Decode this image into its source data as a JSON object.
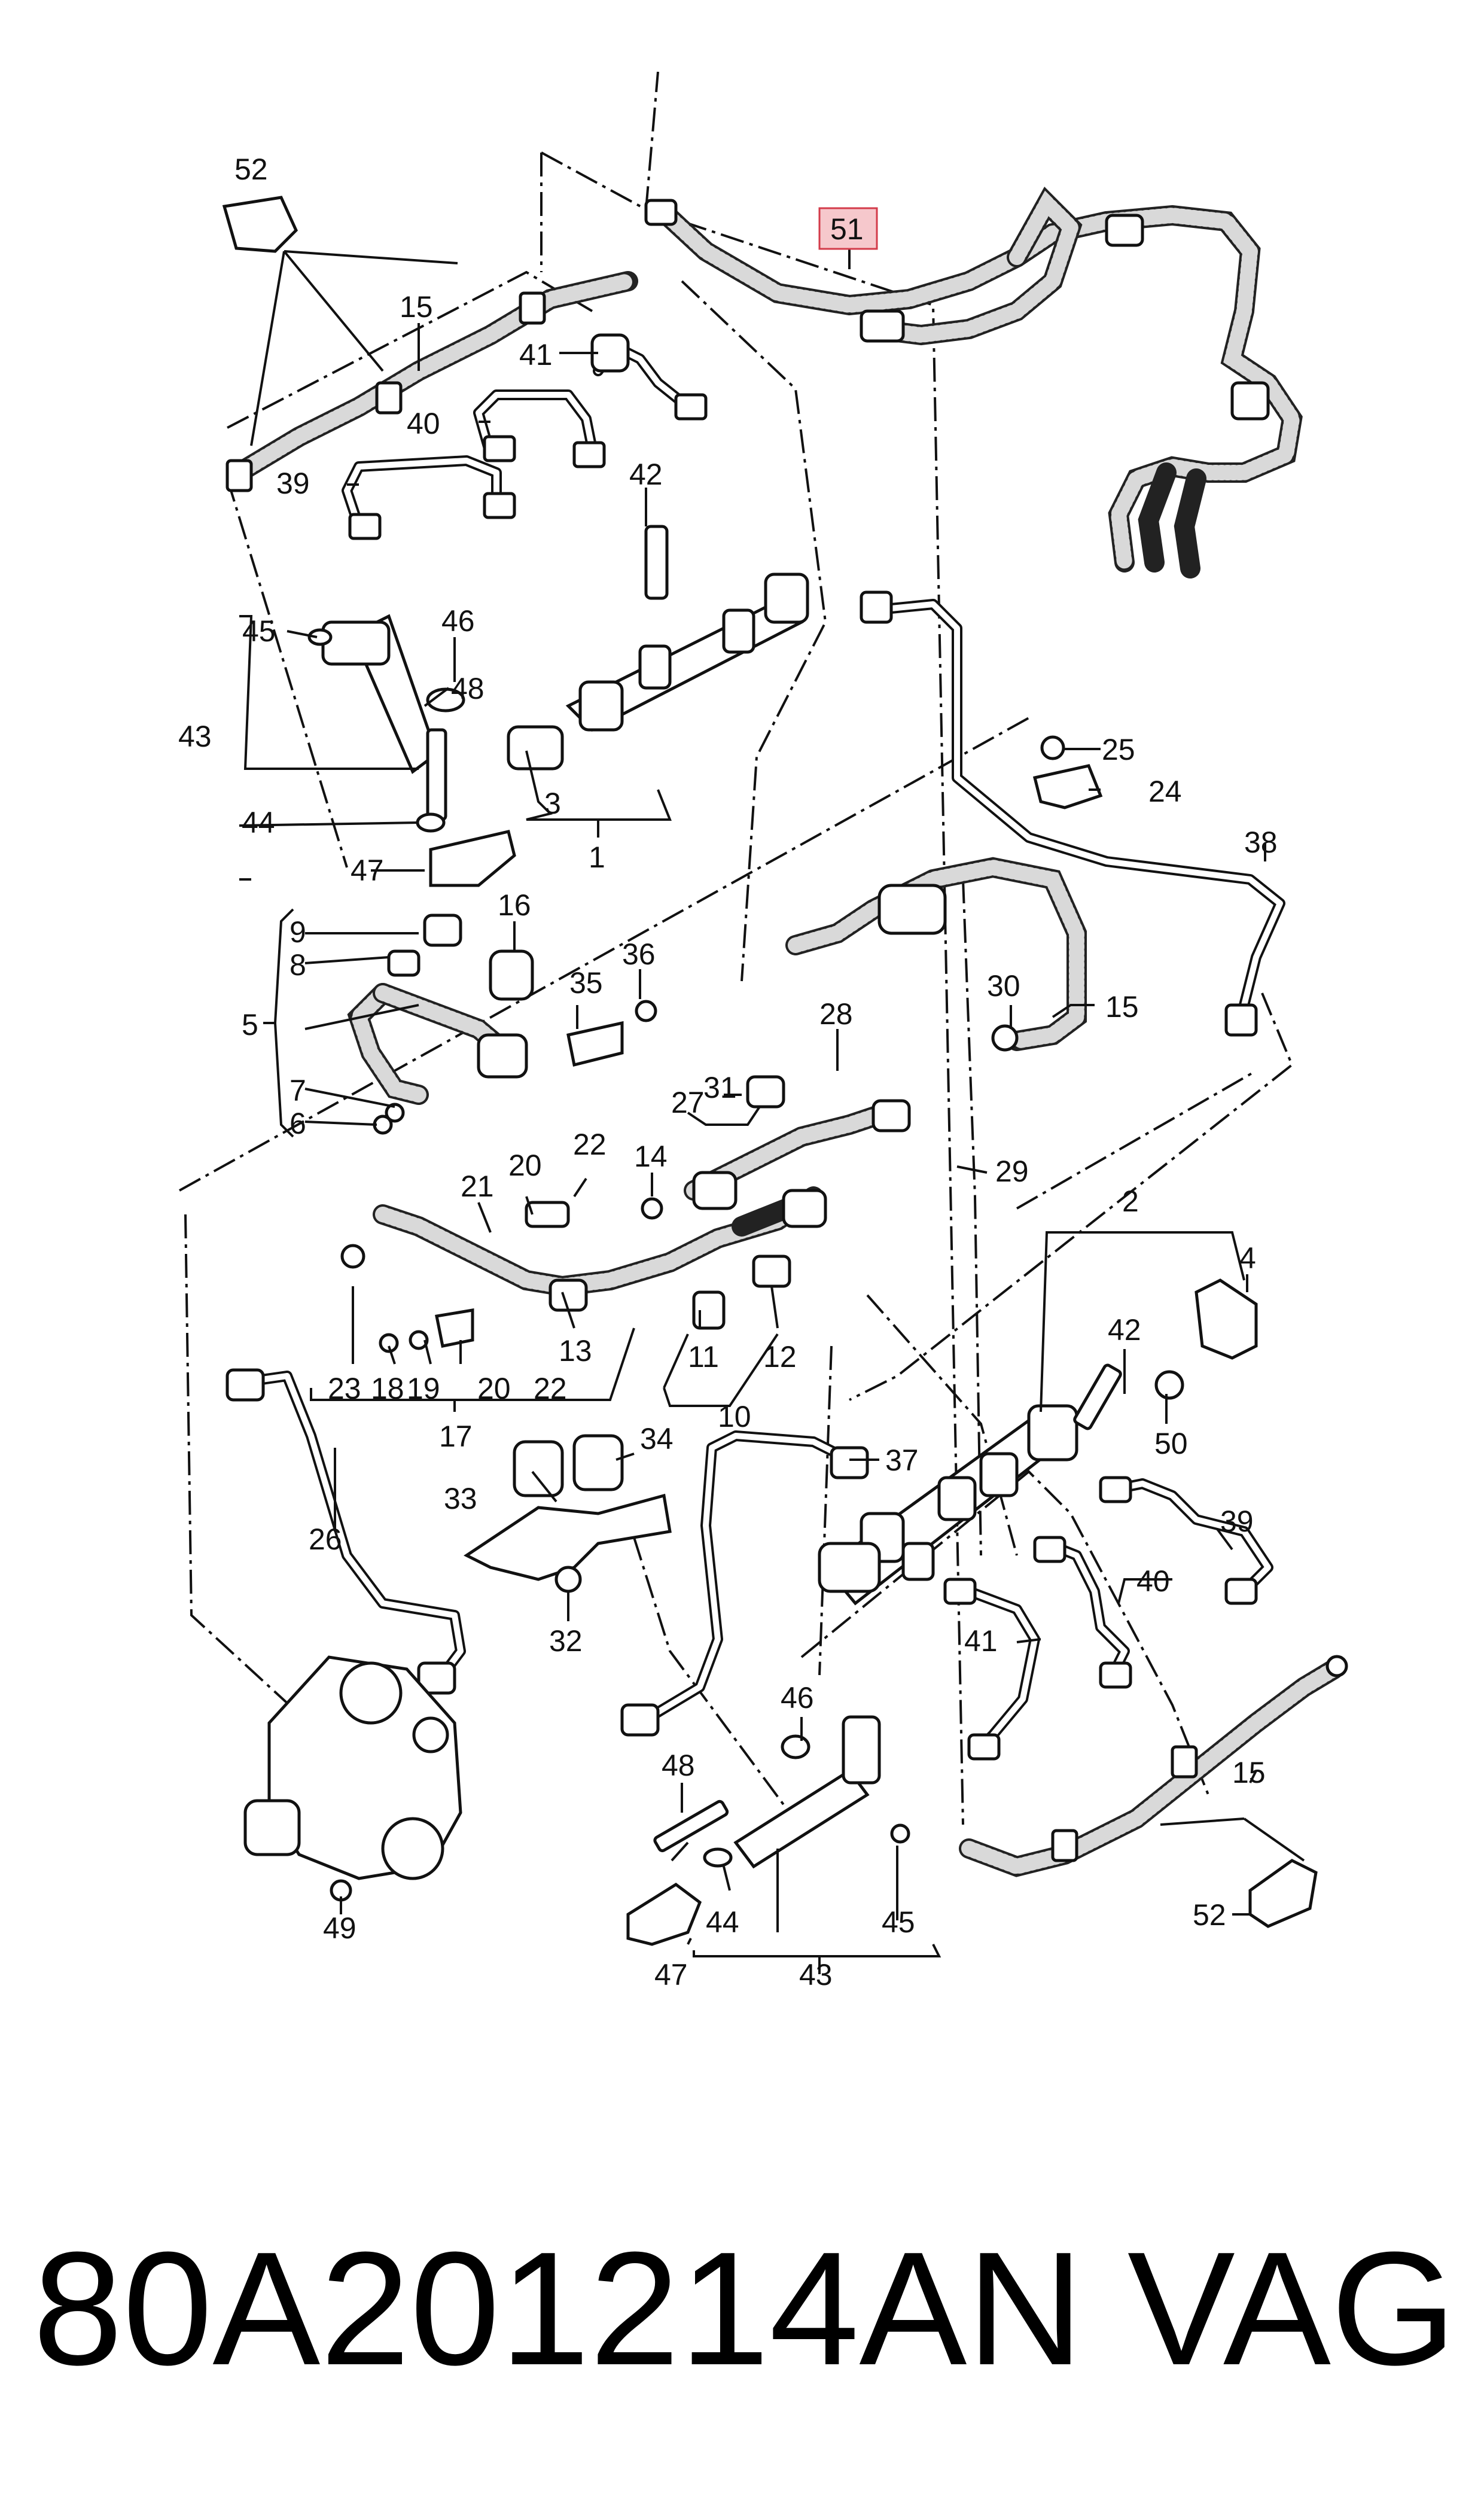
{
  "diagram": {
    "callouts": [
      "1",
      "2",
      "3",
      "4",
      "5",
      "6",
      "7",
      "8",
      "9",
      "10",
      "11",
      "12",
      "13",
      "14",
      "15",
      "16",
      "17",
      "18",
      "19",
      "20",
      "21",
      "22",
      "23",
      "24",
      "25",
      "26",
      "27",
      "28",
      "29",
      "30",
      "31",
      "32",
      "33",
      "34",
      "35",
      "36",
      "37",
      "38",
      "39",
      "40",
      "41",
      "42",
      "43",
      "44",
      "45",
      "46",
      "47",
      "48",
      "49",
      "50",
      "51",
      "52"
    ],
    "highlighted_callout": "51",
    "colors": {
      "highlight_fill": "#f6c8cc",
      "highlight_border": "#d33b4a",
      "line": "#111111"
    }
  },
  "labels": {
    "l52a": "52",
    "l15a": "15",
    "l41a": "41",
    "l40a": "40",
    "l39a": "39",
    "l42a": "42",
    "l45a": "45",
    "l46a": "46",
    "l48a": "48",
    "l43a": "43",
    "l44a": "44",
    "l47a": "47",
    "l3": "3",
    "l1": "1",
    "l51": "51",
    "l25": "25",
    "l24": "24",
    "l38": "38",
    "l9": "9",
    "l8": "8",
    "l5": "5",
    "l7": "7",
    "l6": "6",
    "l16": "16",
    "l35": "35",
    "l36": "36",
    "l30": "30",
    "l15b": "15",
    "l28": "28",
    "l27": "27",
    "l31": "31",
    "l29": "29",
    "l14": "14",
    "l22a": "22",
    "l20a": "20",
    "l21": "21",
    "l23": "23",
    "l18": "18",
    "l19": "19",
    "l20b": "20",
    "l22b": "22",
    "l17": "17",
    "l13": "13",
    "l11": "11",
    "l12": "12",
    "l10": "10",
    "l2": "2",
    "l4": "4",
    "l42b": "42",
    "l50": "50",
    "l26": "26",
    "l33": "33",
    "l34": "34",
    "l32": "32",
    "l37": "37",
    "l39b": "39",
    "l40b": "40",
    "l41b": "41",
    "l46b": "46",
    "l48b": "48",
    "l15c": "15",
    "l49": "49",
    "l44b": "44",
    "l45b": "45",
    "l47b": "47",
    "l43b": "43",
    "l52b": "52"
  },
  "footer": {
    "part_number": "80A201214AN",
    "brand": "VAG"
  }
}
